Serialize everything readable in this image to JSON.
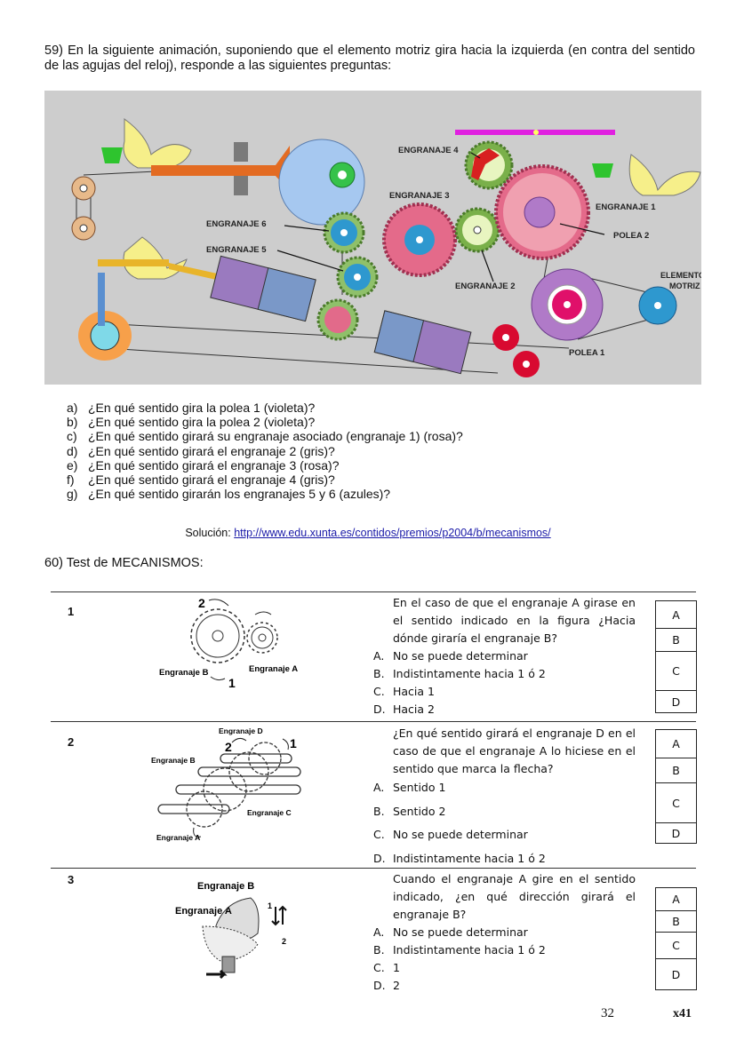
{
  "q59": {
    "text": "59) En la siguiente animación, suponiendo que el elemento motriz gira hacia la izquierda (en contra del sentido de las agujas del reloj), responde a las siguientes preguntas:",
    "figure_labels": {
      "engranaje4": "ENGRANAJE 4",
      "engranaje3": "ENGRANAJE 3",
      "engranaje1": "ENGRANAJE 1",
      "engranaje6": "ENGRANAJE 6",
      "engranaje5": "ENGRANAJE 5",
      "engranaje2": "ENGRANAJE 2",
      "polea2": "POLEA 2",
      "polea1": "POLEA 1",
      "motriz_1": "ELEMENTO",
      "motriz_2": "MOTRIZ"
    },
    "questions": [
      {
        "letter": "a)",
        "text": "¿En qué sentido gira la polea 1 (violeta)?"
      },
      {
        "letter": "b)",
        "text": "¿En qué sentido gira la polea 2 (violeta)?"
      },
      {
        "letter": "c)",
        "text": "¿En qué sentido girará su engranaje asociado (engranaje 1) (rosa)?"
      },
      {
        "letter": "d)",
        "text": "¿En qué sentido girará el engranaje 2 (gris)?"
      },
      {
        "letter": "e)",
        "text": "¿En qué sentido girará el engranaje 3 (rosa)?"
      },
      {
        "letter": "f)",
        "text": "¿En qué sentido girará el engranaje 4 (gris)?"
      },
      {
        "letter": "g)",
        "text": "¿En qué sentido girarán los engranajes 5 y 6 (azules)?"
      }
    ],
    "solution_label": "Solución: ",
    "solution_url": "http://www.edu.xunta.es/contidos/premios/p2004/b/mecanismos/"
  },
  "q60": {
    "title": "60) Test de MECANISMOS:",
    "items": [
      {
        "num": "1",
        "question": "En el caso de que el engranaje A girase en el sentido indicado en la figura ¿Hacia dónde giraría el engranaje B?",
        "options": [
          {
            "letter": "A.",
            "text": "No se puede determinar"
          },
          {
            "letter": "B.",
            "text": "Indistintamente hacia 1 ó 2"
          },
          {
            "letter": "C.",
            "text": "Hacia 1"
          },
          {
            "letter": "D.",
            "text": "Hacia 2"
          }
        ],
        "fig": {
          "label_b": "Engranaje B",
          "label_a": "Engranaje A",
          "n2": "2",
          "n1": "1"
        }
      },
      {
        "num": "2",
        "question": "¿En qué sentido girará el engranaje D en el caso de que el engranaje A lo hiciese en el sentido que marca la flecha?",
        "options": [
          {
            "letter": "A.",
            "text": "Sentido 1"
          },
          {
            "letter": "B.",
            "text": "Sentido 2"
          },
          {
            "letter": "C.",
            "text": "No se puede determinar"
          },
          {
            "letter": "D.",
            "text": "Indistintamente hacia 1 ó 2"
          }
        ],
        "fig": {
          "label_d": "Engranaje D",
          "label_b": "Engranaje B",
          "label_c": "Engranaje C",
          "label_a": "Engranaje A",
          "n2": "2",
          "n1": "1"
        }
      },
      {
        "num": "3",
        "question": "Cuando el engranaje A gire en el sentido indicado, ¿en qué dirección girará el engranaje B?",
        "options": [
          {
            "letter": "A.",
            "text": "No se puede determinar"
          },
          {
            "letter": "B.",
            "text": "Indistintamente hacia 1 ó 2"
          },
          {
            "letter": "C.",
            "text": "1"
          },
          {
            "letter": "D.",
            "text": "2"
          }
        ],
        "fig": {
          "label_b": "Engranaje B",
          "label_a": "Engranaje A",
          "n1": "1",
          "n2": "2"
        }
      }
    ],
    "answer_boxes": [
      "A",
      "B",
      "C",
      "D"
    ]
  },
  "footer": {
    "page_number": "32",
    "page_mark": "x41"
  }
}
